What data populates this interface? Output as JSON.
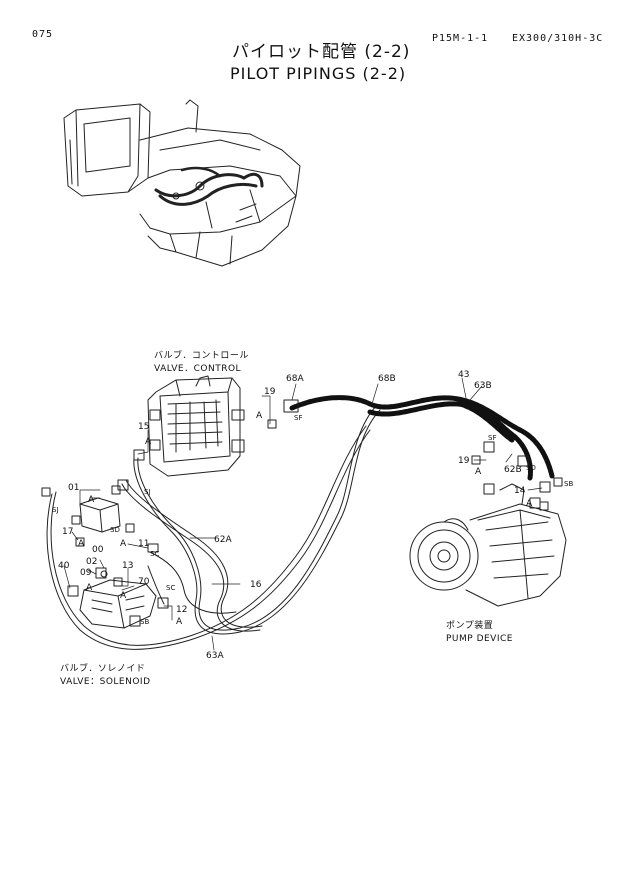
{
  "header": {
    "page_no": "075",
    "catalog_code": "P15M-1-1",
    "model": "EX300/310H-3C",
    "title_jp": "パイロット配管 (2-2)",
    "title_en": "PILOT PIPINGS (2-2)"
  },
  "labels": {
    "valve_control_jp": "バルブ．コントロール",
    "valve_control_en": "VALVE．CONTROL",
    "valve_solenoid_jp": "バルブ．ソレノイド",
    "valve_solenoid_en": "VALVE：SOLENOID",
    "pump_jp": "ポンプ装置",
    "pump_en": "PUMP DEVICE"
  },
  "part_numbers": {
    "p19a": "19",
    "p68a": "68A",
    "p68b": "68B",
    "p43": "43",
    "p63b": "63B",
    "p15": "15",
    "p19b": "19",
    "p62b": "62B",
    "p14": "14",
    "p01": "01",
    "p17": "17",
    "p00": "00",
    "p02": "02",
    "p09": "09",
    "p40": "40",
    "p13": "13",
    "p70": "70",
    "p11": "11",
    "p12": "12",
    "p62a": "62A",
    "p16": "16",
    "p63a": "63A"
  },
  "ref_letters": {
    "a": "A",
    "sf": "SF",
    "sj": "SJ",
    "sd": "SD",
    "sb": "SB",
    "sc": "SC"
  }
}
